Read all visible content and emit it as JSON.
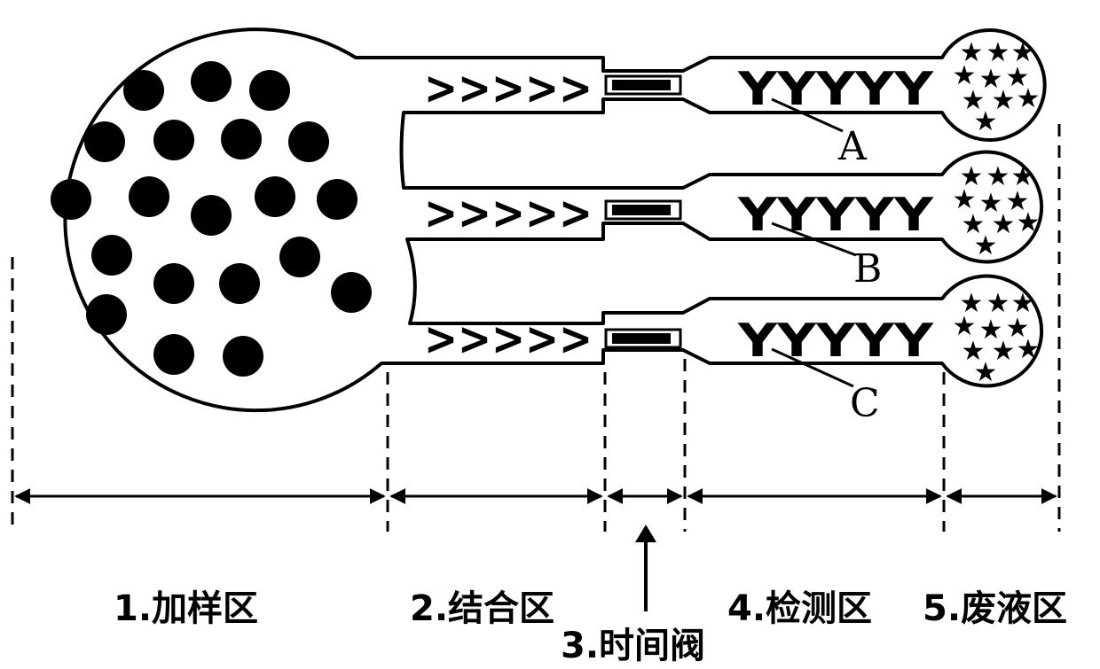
{
  "colors": {
    "ink": "#000000",
    "paper": "#ffffff"
  },
  "zones": [
    {
      "id": "sample",
      "label": "1.加样区"
    },
    {
      "id": "binding",
      "label": "2.结合区"
    },
    {
      "id": "valve",
      "label": "3.时间阀"
    },
    {
      "id": "detection",
      "label": "4.检测区"
    },
    {
      "id": "waste",
      "label": "5.废液区"
    }
  ],
  "lanes": [
    {
      "id": "a",
      "label": "A",
      "binding_marks": ">>>>>",
      "antibodies": "YYYYY"
    },
    {
      "id": "b",
      "label": "B",
      "binding_marks": ">>>>>",
      "antibodies": "YYYYY"
    },
    {
      "id": "c",
      "label": "C",
      "binding_marks": ">>>>>",
      "antibodies": "YYYYY"
    }
  ],
  "sample_particles": 20,
  "waste_stars_per_pad": 10
}
